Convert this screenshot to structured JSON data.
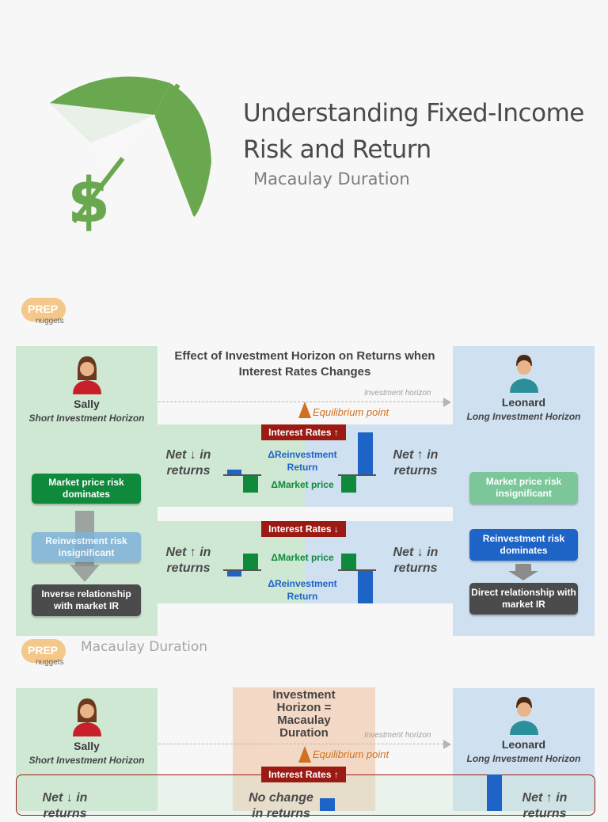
{
  "header": {
    "title": "Understanding Fixed-Income Risk and Return",
    "subtitle": "Macaulay Duration"
  },
  "brand": {
    "line1": "PREP",
    "line2": "nuggets"
  },
  "section1": {
    "heading": "Effect of Investment Horizon on Returns when Interest Rates Changes",
    "left": {
      "name": "Sally",
      "horizon": "Short Investment Horizon",
      "box1": "Market price risk dominates",
      "box2": "Reinvestment  risk insignificant",
      "box3": "Inverse relationship with market IR"
    },
    "right": {
      "name": "Leonard",
      "horizon": "Long Investment Horizon",
      "box1": "Market price risk insignificant",
      "box2": "Reinvestment risk dominates",
      "box3": "Direct relationship with market IR"
    },
    "investment_horizon": "Investment horizon",
    "equilibrium": "Equilibrium point",
    "up": {
      "rate": "Interest Rates ↑",
      "reinvestment": "ΔReinvestment Return",
      "market": "ΔMarket price",
      "net_left": "Net ↓ in returns",
      "net_right": "Net ↑ in returns"
    },
    "down": {
      "rate": "Interest Rates ↓",
      "market": "ΔMarket price",
      "reinvestment": "ΔReinvestment Return",
      "net_left": "Net ↑ in returns",
      "net_right": "Net ↓ in returns"
    }
  },
  "section2": {
    "subtitle": "Macaulay Duration",
    "center": "Investment Horizon = Macaulay Duration",
    "left": {
      "name": "Sally",
      "horizon": "Short Investment Horizon",
      "net": "Net ↓ in returns"
    },
    "right": {
      "name": "Leonard",
      "horizon": "Long Investment Horizon",
      "net": "Net ↑ in returns"
    },
    "investment_horizon": "Investment horizon",
    "equilibrium": "Equilibrium point",
    "rate": "Interest Rates ↑",
    "middle_net": "No change in returns"
  },
  "colors": {
    "green": "#0f8a3c",
    "blue": "#1e63c6",
    "red": "#9b1b14",
    "dark": "#4a4a4a",
    "orange": "#d07020"
  }
}
